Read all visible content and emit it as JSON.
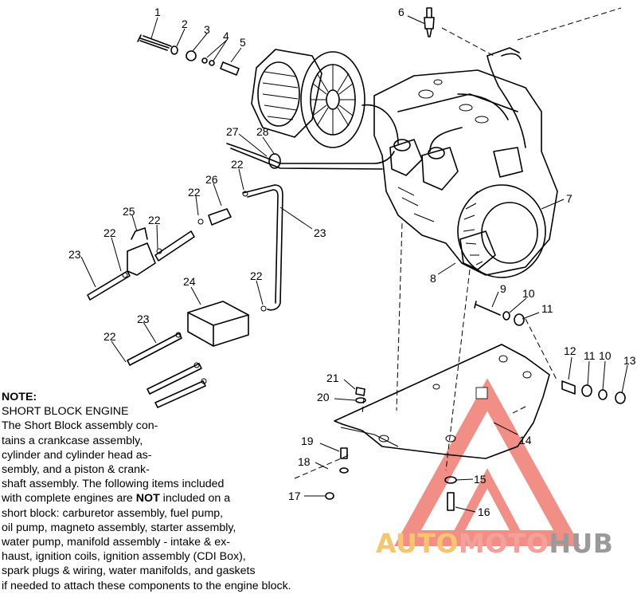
{
  "note": {
    "title": "NOTE:",
    "heading": "SHORT BLOCK ENGINE",
    "body_a": "The Short Block assembly con-\ntains a crankcase assembly,\ncylinder and cylinder head as-\nsembly, and a piston & crank-\nshaft assembly.  The following items included\nwith complete engines are ",
    "body_bold": "NOT",
    "body_b": " included on a\nshort block:  carburetor assembly, fuel pump,\noil pump, magneto assembly, starter assembly,\nwater pump, manifold assembly - intake & ex-\nhaust, ignition coils, ignition assembly (CDI Box),\nspark plugs & wiring, water manifolds, and gaskets\nif needed to attach these components to the engine block."
  },
  "callouts": {
    "c1": "1",
    "c2": "2",
    "c3": "3",
    "c4": "4",
    "c5": "5",
    "c6": "6",
    "c7": "7",
    "c8": "8",
    "c9": "9",
    "c10a": "10",
    "c11a": "11",
    "c12": "12",
    "c11b": "11",
    "c10b": "10",
    "c13": "13",
    "c14": "14",
    "c15": "15",
    "c16": "16",
    "c17": "17",
    "c18": "18",
    "c19": "19",
    "c20": "20",
    "c21": "21",
    "c22a": "22",
    "c22b": "22",
    "c22c": "22",
    "c22d": "22",
    "c22e": "22",
    "c22f": "22",
    "c23a": "23",
    "c23b": "23",
    "c23c": "23",
    "c24": "24",
    "c25": "25",
    "c26": "26",
    "c27": "27",
    "c28": "28"
  },
  "watermark": {
    "word_1": "AUTO",
    "word_2": "MOTO",
    "word_3": "HUB",
    "color_1": "#f5c66e",
    "color_2": "#f2a29a",
    "color_3": "#9a9a9a",
    "logo_color": "#ef7c73"
  }
}
